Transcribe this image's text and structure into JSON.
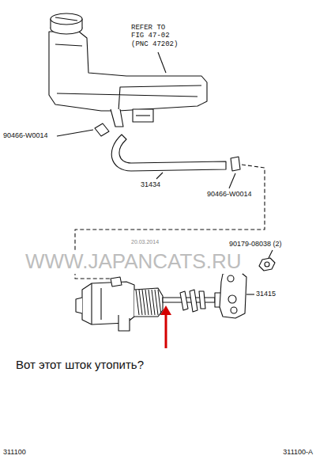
{
  "diagram": {
    "labels": [
      "REFER TO FIG 47-02 (PNC 47202)",
      "90466-W0014",
      "31434",
      "90466-W0014",
      "20.03.2014",
      "WWW.JAPANCATS.RU",
      "90179-08038 (2)",
      "31415",
      "Вот этот шток утопить?",
      "311100",
      "311100-A"
    ]
  }
}
